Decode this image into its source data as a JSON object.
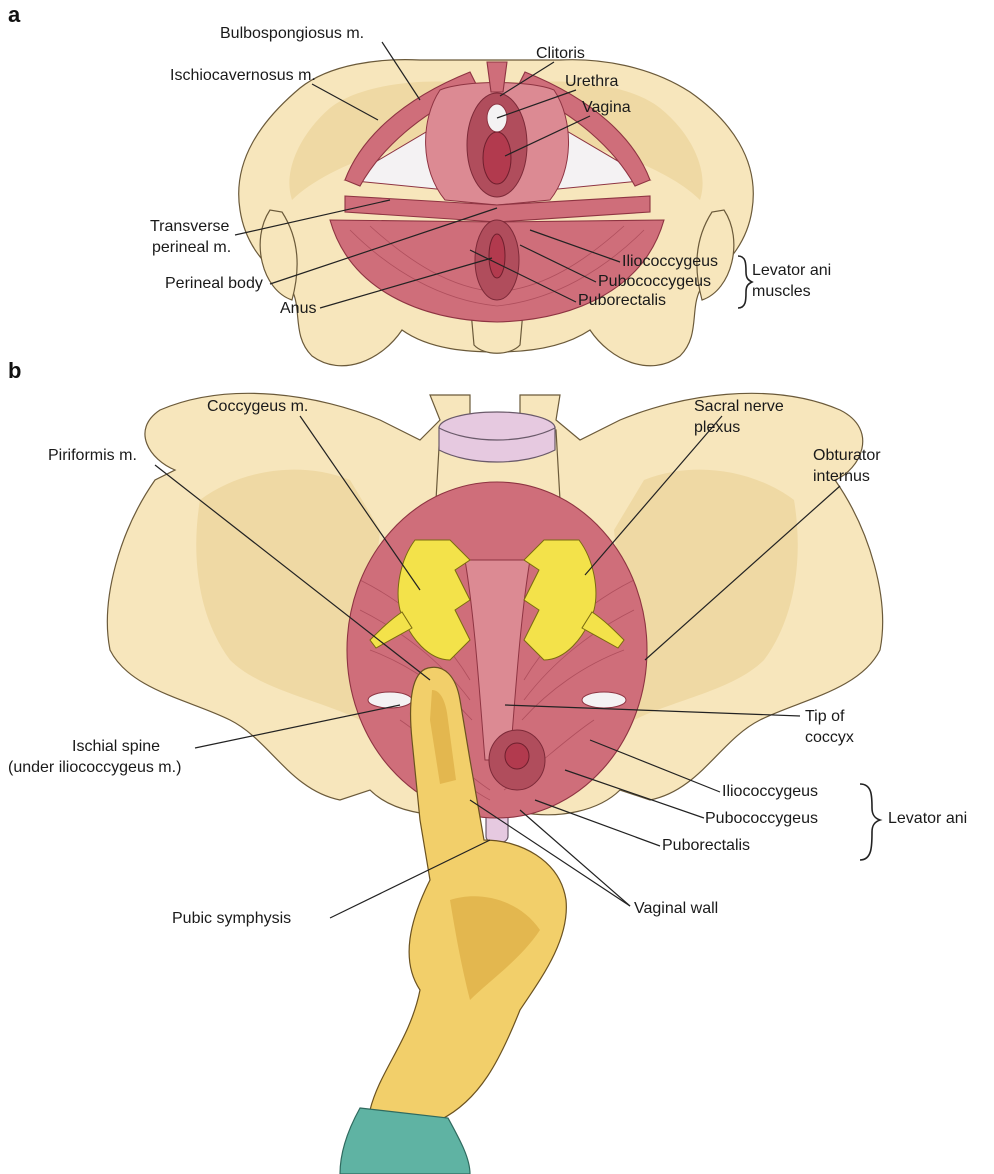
{
  "panels": {
    "a": {
      "letter": "a",
      "labels": {
        "bulbospongiosus": "Bulbospongiosus m.",
        "clitoris": "Clitoris",
        "ischiocavernosus": "Ischiocavernosus m.",
        "urethra": "Urethra",
        "vagina": "Vagina",
        "transverse_1": "Transverse",
        "transverse_2": "perineal m.",
        "perineal_body": "Perineal body",
        "anus": "Anus",
        "iliococcygeus": "Iliococcygeus",
        "pubococcygeus": "Pubococcygeus",
        "puborectalis": "Puborectalis",
        "levator_1": "Levator ani",
        "levator_2": "muscles"
      }
    },
    "b": {
      "letter": "b",
      "labels": {
        "coccygeus": "Coccygeus m.",
        "sacral_1": "Sacral nerve",
        "sacral_2": "plexus",
        "piriformis": "Piriformis m.",
        "obturator_1": "Obturator",
        "obturator_2": "internus",
        "ischial_1": "Ischial spine",
        "ischial_2": "(under iliococcygeus m.)",
        "tip_1": "Tip of",
        "tip_2": "coccyx",
        "iliococcygeus": "Iliococcygeus",
        "pubococcygeus": "Pubococcygeus",
        "puborectalis": "Puborectalis",
        "levator": "Levator ani",
        "pubic_symphysis": "Pubic symphysis",
        "vaginal_wall": "Vaginal wall"
      }
    }
  },
  "colors": {
    "bone": "#f7e6bc",
    "muscle": "#cf6e7a",
    "nerve": "#f3e24a",
    "glove": "#f2cf6a",
    "sleeve": "#5fb3a3",
    "disc": "#e6c9e0"
  }
}
